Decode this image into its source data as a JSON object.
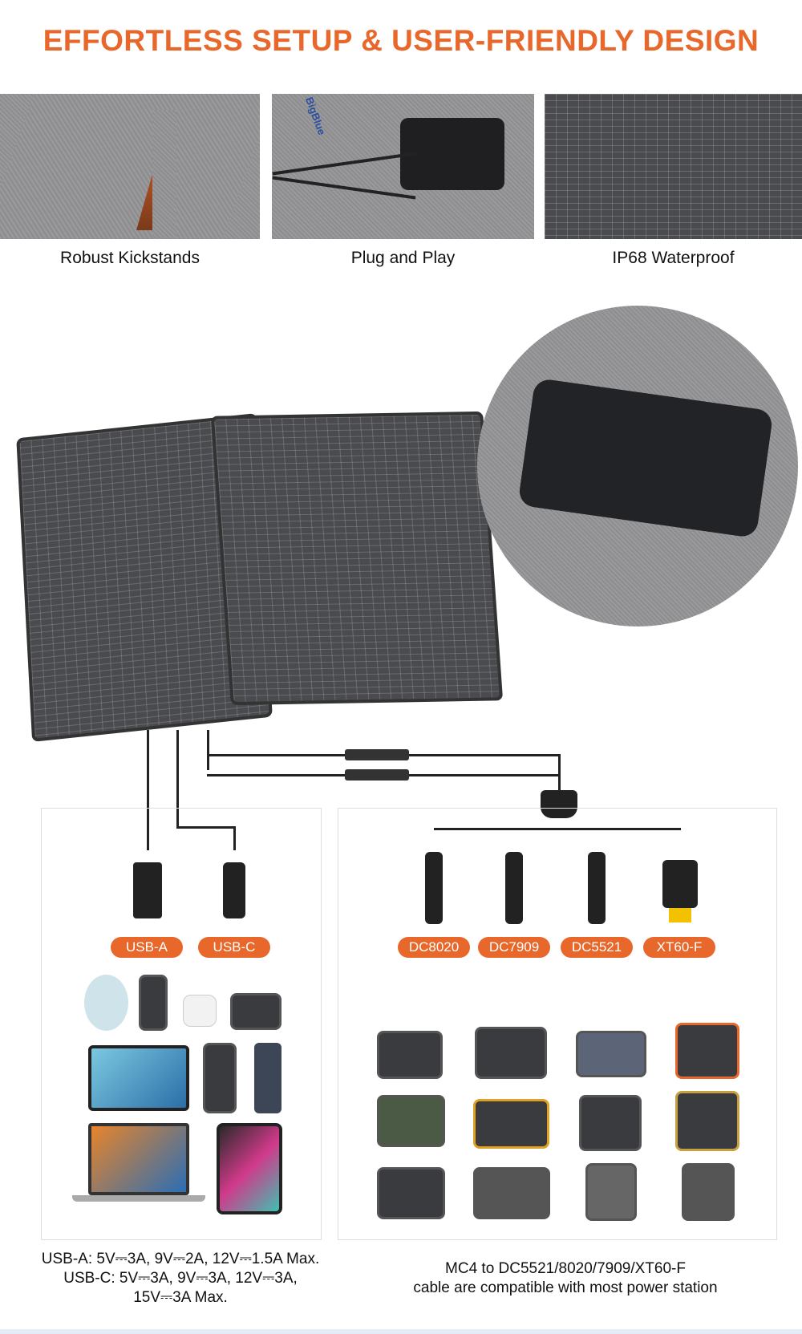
{
  "title": "EFFORTLESS SETUP & USER-FRIENDLY DESIGN",
  "features": [
    {
      "label": "Robust Kickstands"
    },
    {
      "label": "Plug and Play",
      "brand": "BigBlue"
    },
    {
      "label": "IP68 Waterproof"
    }
  ],
  "ports_usb": [
    "USB-A",
    "USB-C"
  ],
  "ports_dc": [
    "DC8020",
    "DC7909",
    "DC5521",
    "XT60-F"
  ],
  "usb_specs": {
    "line1": "USB-A: 5V⎓3A,  9V⎓2A,  12V⎓1.5A Max.",
    "line2": "USB-C: 5V⎓3A,  9V⎓3A,  12V⎓3A,",
    "line3": "15V⎓3A Max."
  },
  "dc_specs": {
    "line1": "MC4 to DC5521/8020/7909/XT60-F",
    "line2": "cable are compatible with most power station"
  },
  "colors": {
    "accent": "#e8672a"
  }
}
